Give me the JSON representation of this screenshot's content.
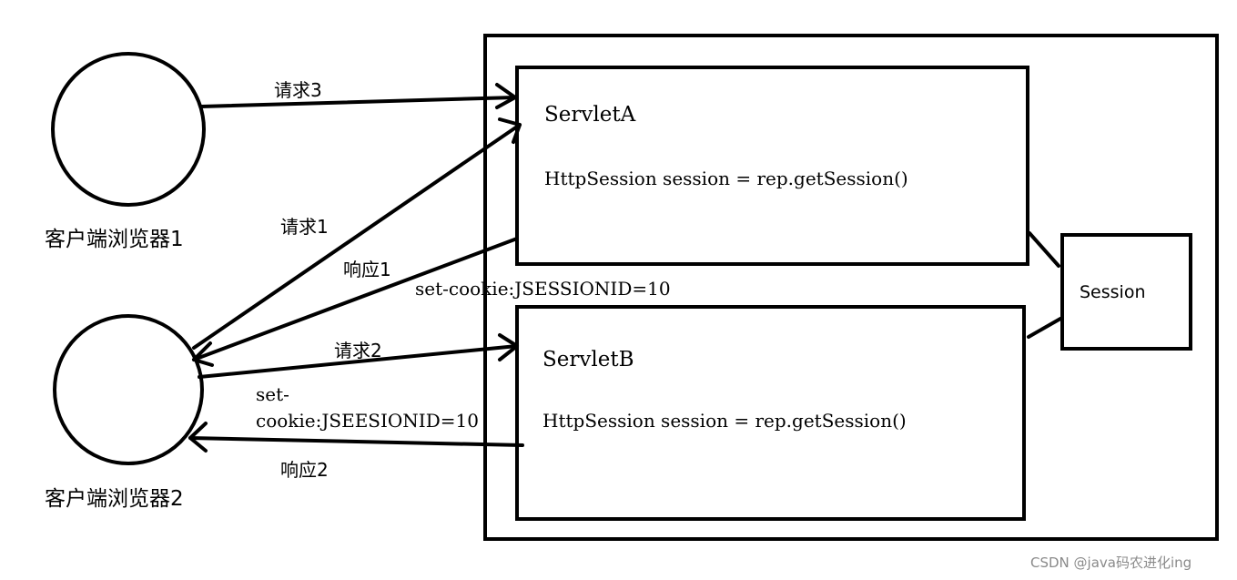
{
  "clients": [
    {
      "label": "客户端浏览器1"
    },
    {
      "label": "客户端浏览器2"
    }
  ],
  "servlets": [
    {
      "name": "ServletA",
      "code": "HttpSession session = rep.getSession()"
    },
    {
      "name": "ServletB",
      "code": "HttpSession session = rep.getSession()"
    }
  ],
  "session": {
    "label": "Session"
  },
  "arrows": {
    "request3": "请求3",
    "request1": "请求1",
    "response1": "响应1",
    "response1_cookie": "set-cookie:JSESSIONID=10",
    "request2": "请求2",
    "request2_cookie_line1": "set-",
    "request2_cookie_line2": "cookie:JSEESIONID=10",
    "response2": "响应2"
  },
  "watermark": "CSDN @java码农进化ing"
}
